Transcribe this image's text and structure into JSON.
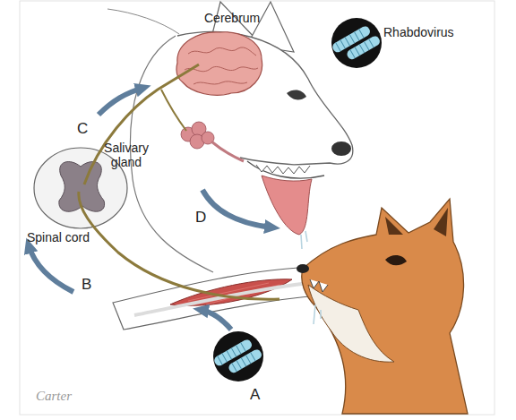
{
  "diagram": {
    "labels": [
      "Cerebrum",
      "Rhabdovirus",
      "Salivary gland",
      "C",
      "Spinal cord",
      "B",
      "D",
      "A",
      "Carter"
    ]
  }
}
